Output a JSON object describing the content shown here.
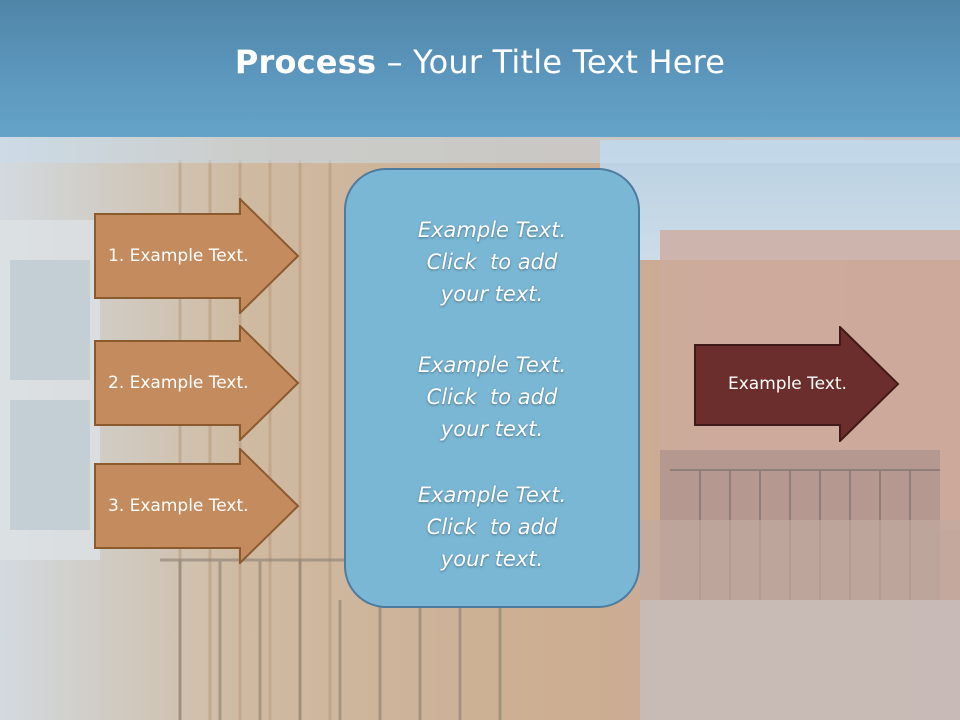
{
  "slide": {
    "title_bold": "Process",
    "title_rest": " – Your Title Text Here"
  },
  "left_arrows": [
    {
      "label": "1. Example Text.",
      "color": "#c48c5e"
    },
    {
      "label": "2. Example Text.",
      "color": "#c48c5e"
    },
    {
      "label": "3. Example Text.",
      "color": "#c48c5e"
    }
  ],
  "center_box": {
    "color": "#7ab7d4",
    "blocks": [
      {
        "lines": [
          "Example Text.",
          "Click  to add",
          "your text."
        ]
      },
      {
        "lines": [
          "Example Text.",
          "Click  to add",
          "your text."
        ]
      },
      {
        "lines": [
          "Example Text.",
          "Click  to add",
          "your text."
        ]
      }
    ]
  },
  "result_arrow": {
    "label": "Example Text.",
    "color": "#6b2e2c"
  },
  "colors": {
    "title_bar": "#5a93b9",
    "arrow_border": "#8b5a2e",
    "result_border": "#3f1a19"
  }
}
